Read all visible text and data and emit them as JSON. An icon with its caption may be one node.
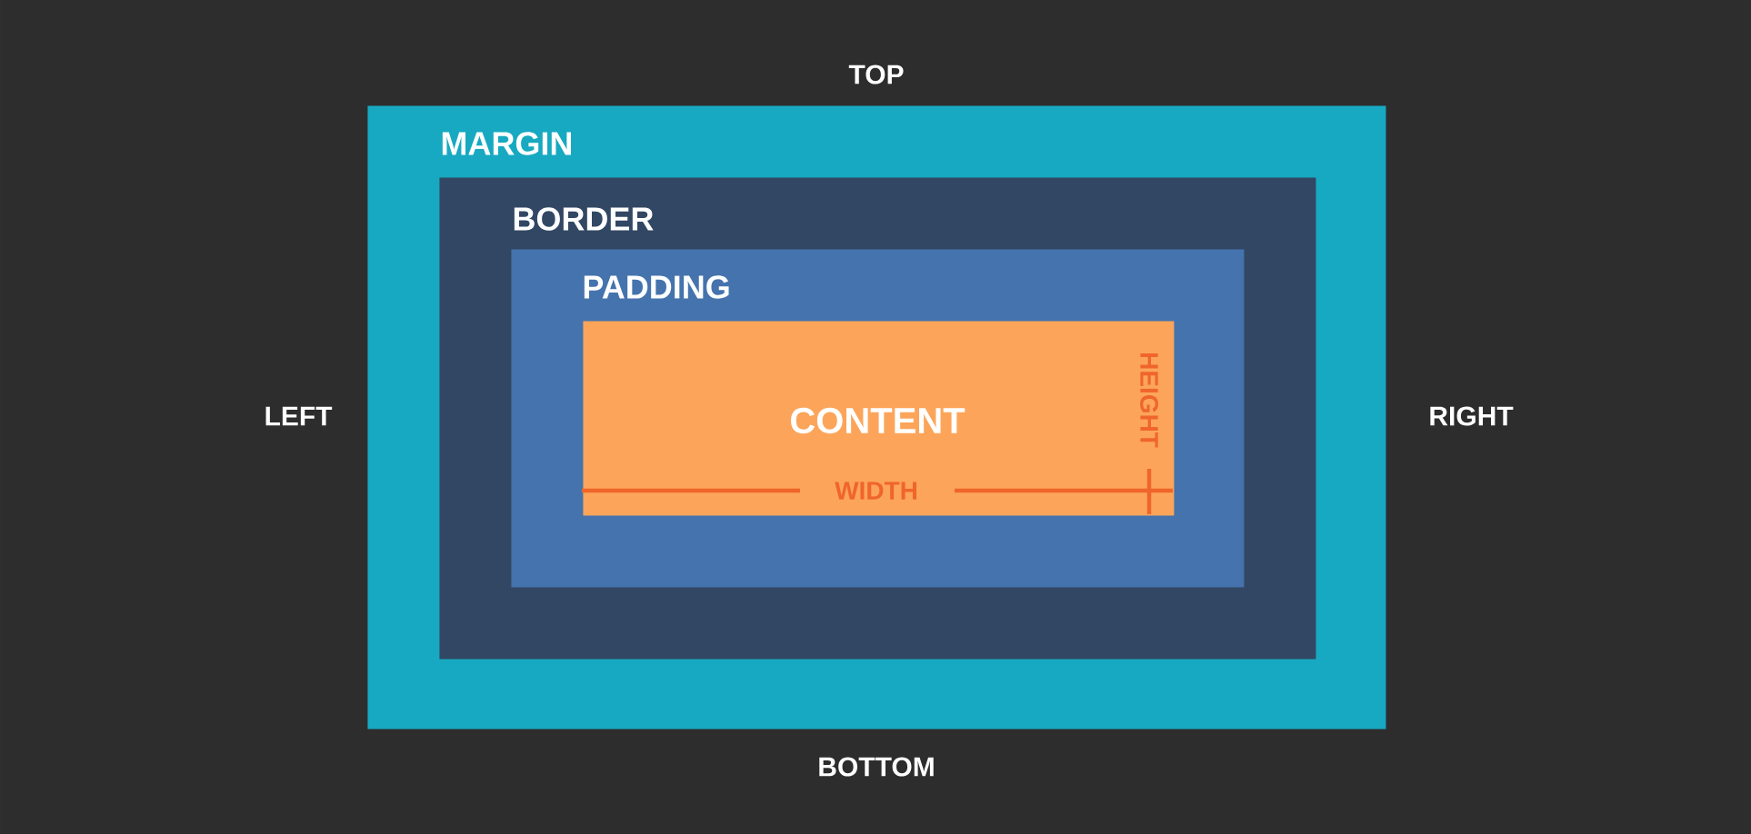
{
  "diagram": {
    "nodes": [
      {
        "text": [
          "MARGIN"
        ]
      },
      {
        "text": [
          "BORDER"
        ],
        "in": 0
      },
      {
        "text": [
          "PADDING"
        ],
        "in": 1
      },
      {
        "text": [
          "CONTENT"
        ],
        "in": 2
      }
    ],
    "labels": [
      "TOP",
      "LEFT",
      "RIGHT",
      "BOTTOM",
      "WIDTH",
      "HEIGHT"
    ]
  }
}
